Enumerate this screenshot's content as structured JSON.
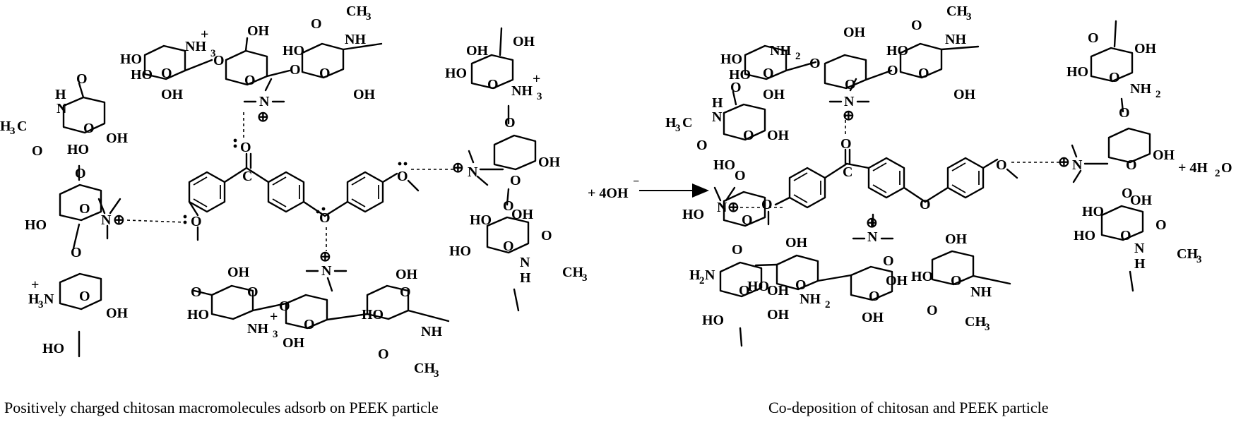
{
  "left_panel": {
    "caption": "Positively charged chitosan macromolecules adsorb on PEEK particle",
    "reagent": "+ 4OH",
    "reagent_charge": "−",
    "labels": {
      "top_ring1_nh3": "NH",
      "top_ring1_nh3_sub": "3",
      "charge_plus": "+",
      "ho": "HO",
      "oh": "OH",
      "acetyl_ch3": "CH",
      "acetyl_ch3_sub": "3",
      "acetyl_o": "O",
      "nh": "NH",
      "h3c": "H",
      "h3c_sub": "3",
      "h3c_c": "C",
      "n": "N",
      "h3n": "H",
      "h3n_sub": "3",
      "h3n_n": "N",
      "o_ring": "O",
      "h": "H"
    }
  },
  "right_panel": {
    "caption": "Co-deposition of chitosan and PEEK particle",
    "product": "+ 4H",
    "product_sub": "2",
    "product_tail": "O",
    "labels": {
      "nh2": "NH",
      "nh2_sub": "2",
      "h2n": "H",
      "h2n_sub": "2",
      "h2n_n": "N",
      "ho": "HO",
      "oh": "OH",
      "acetyl_ch3": "CH",
      "acetyl_ch3_sub": "3",
      "acetyl_o": "O",
      "nh": "NH",
      "h3c": "H",
      "h3c_sub": "3",
      "h3c_c": "C",
      "n": "N",
      "o_ring": "O",
      "h": "H"
    }
  },
  "charges": {
    "plus_circle": "⊕",
    "plus": "+"
  }
}
